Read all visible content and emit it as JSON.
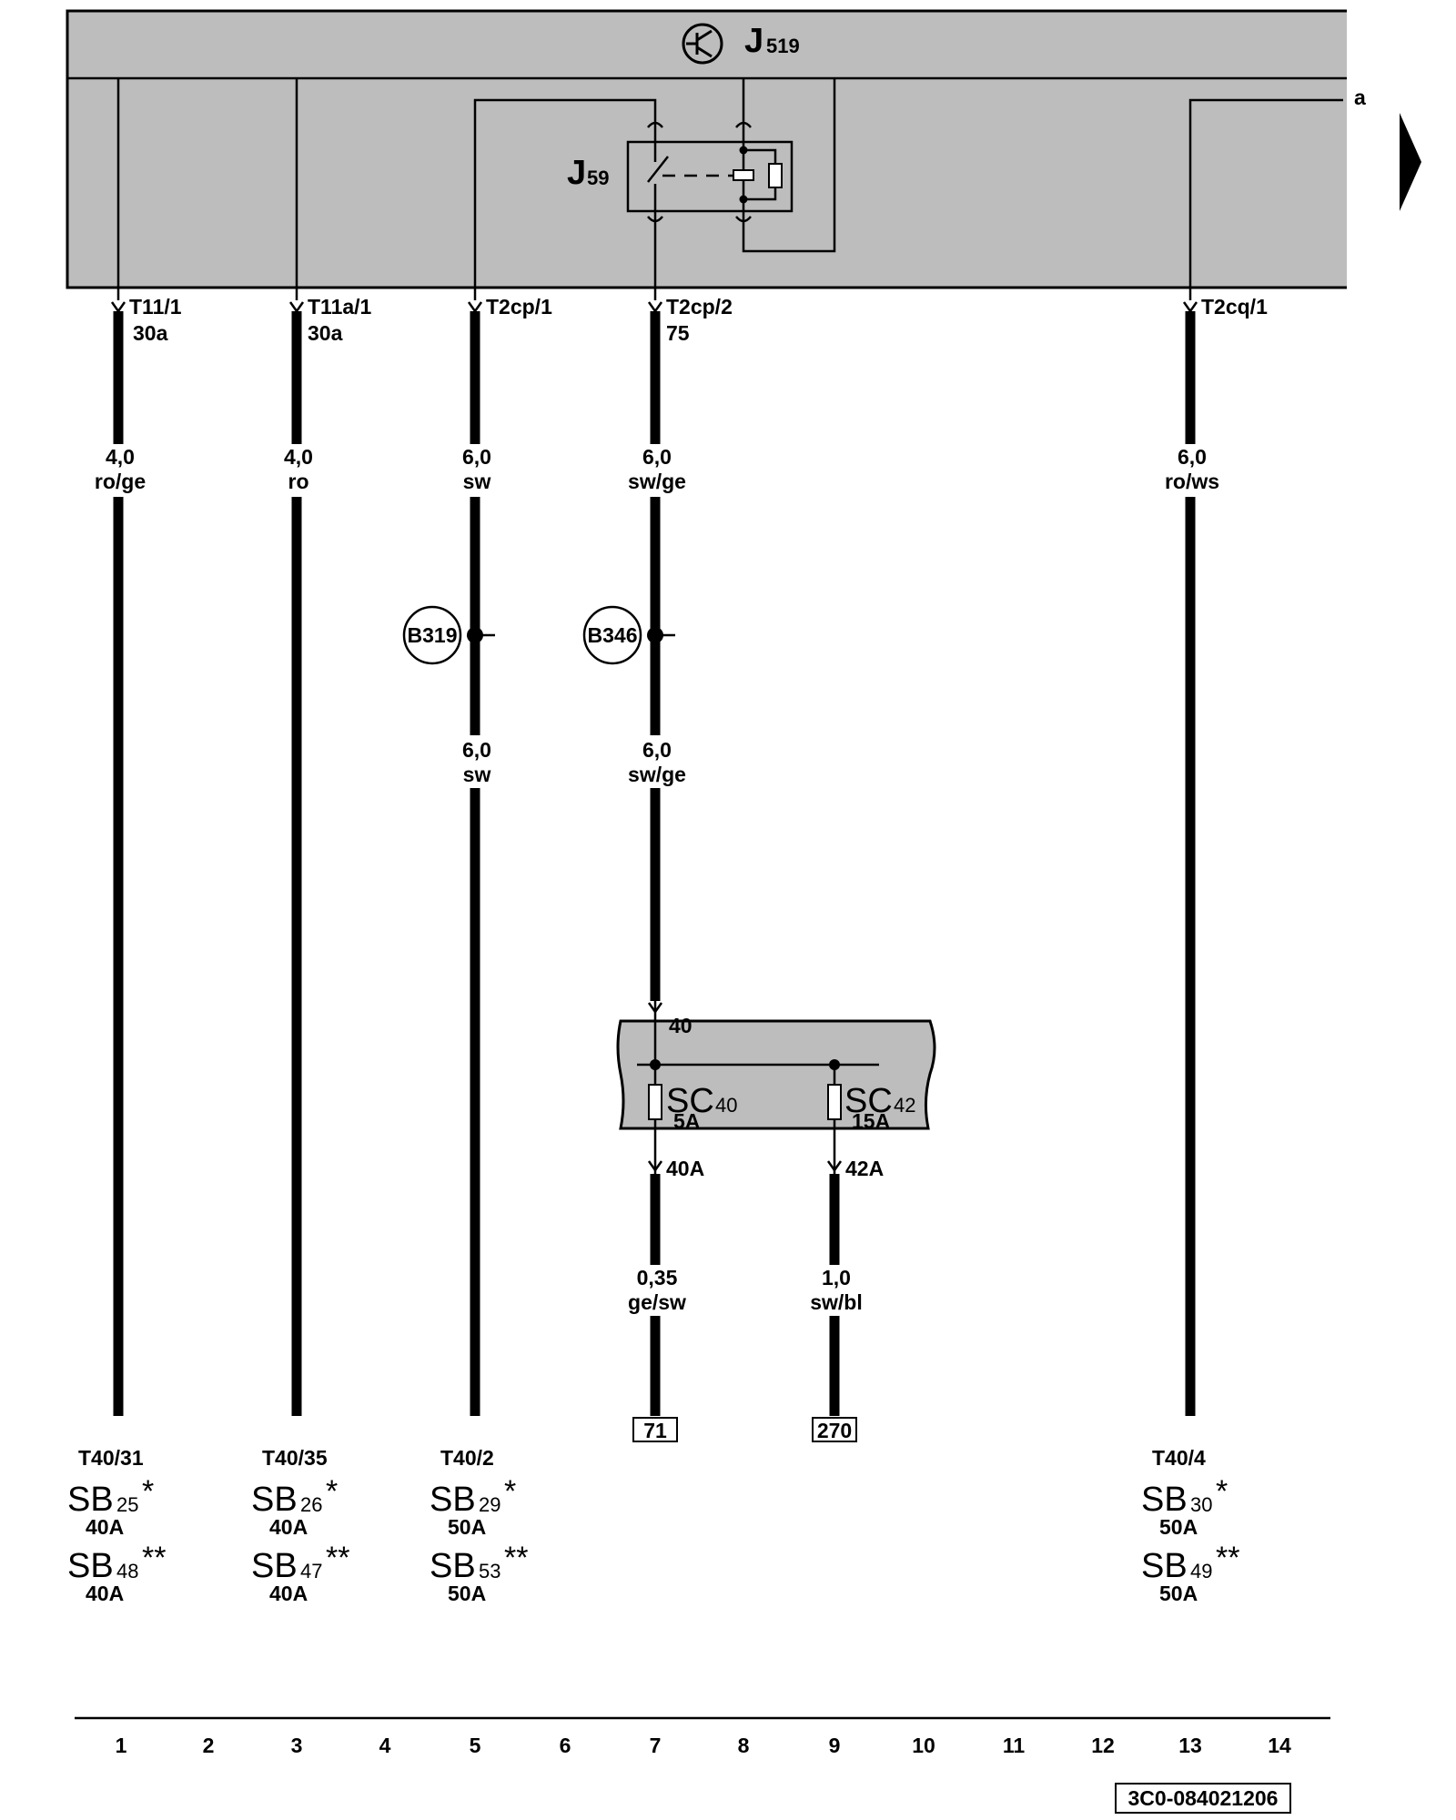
{
  "module": {
    "name_main": "J",
    "name_sub": "519",
    "side_label": "a"
  },
  "relay": {
    "name_main": "J",
    "name_sub": "59"
  },
  "connectors": {
    "c1": {
      "pin": "T11/1",
      "term": "30a"
    },
    "c3": {
      "pin": "T11a/1",
      "term": "30a"
    },
    "c5": {
      "pin": "T2cp/1"
    },
    "c7": {
      "pin": "T2cp/2",
      "term": "75"
    },
    "c13": {
      "pin": "T2cq/1"
    }
  },
  "wires": {
    "w1": {
      "gauge": "4,0",
      "color": "ro/ge"
    },
    "w3": {
      "gauge": "4,0",
      "color": "ro"
    },
    "w5a": {
      "gauge": "6,0",
      "color": "sw"
    },
    "w5b": {
      "gauge": "6,0",
      "color": "sw"
    },
    "w7a": {
      "gauge": "6,0",
      "color": "sw/ge"
    },
    "w7b": {
      "gauge": "6,0",
      "color": "sw/ge"
    },
    "w7c": {
      "gauge": "0,35",
      "color": "ge/sw"
    },
    "w9": {
      "gauge": "1,0",
      "color": "sw/bl"
    },
    "w13": {
      "gauge": "6,0",
      "color": "ro/ws"
    }
  },
  "splices": {
    "s5": "B319",
    "s7": "B346"
  },
  "fuse_holder": {
    "input_pin": "40",
    "f1": {
      "main": "SC",
      "num": "40",
      "rating": "5A",
      "out_pin": "40A"
    },
    "f2": {
      "main": "SC",
      "num": "42",
      "rating": "15A",
      "out_pin": "42A"
    }
  },
  "refs": {
    "r71": "71",
    "r270": "270"
  },
  "bottom": {
    "b1": {
      "pin": "T40/31",
      "f1": {
        "main": "SB",
        "num": "25",
        "mark": "*",
        "rating": "40A"
      },
      "f2": {
        "main": "SB",
        "num": "48",
        "mark": "**",
        "rating": "40A"
      }
    },
    "b3": {
      "pin": "T40/35",
      "f1": {
        "main": "SB",
        "num": "26",
        "mark": "*",
        "rating": "40A"
      },
      "f2": {
        "main": "SB",
        "num": "47",
        "mark": "**",
        "rating": "40A"
      }
    },
    "b5": {
      "pin": "T40/2",
      "f1": {
        "main": "SB",
        "num": "29",
        "mark": "*",
        "rating": "50A"
      },
      "f2": {
        "main": "SB",
        "num": "53",
        "mark": "**",
        "rating": "50A"
      }
    },
    "b13": {
      "pin": "T40/4",
      "f1": {
        "main": "SB",
        "num": "30",
        "mark": "*",
        "rating": "50A"
      },
      "f2": {
        "main": "SB",
        "num": "49",
        "mark": "**",
        "rating": "50A"
      }
    }
  },
  "columns": [
    "1",
    "2",
    "3",
    "4",
    "5",
    "6",
    "7",
    "8",
    "9",
    "10",
    "11",
    "12",
    "13",
    "14"
  ],
  "diagram_id": "3C0-084021206"
}
